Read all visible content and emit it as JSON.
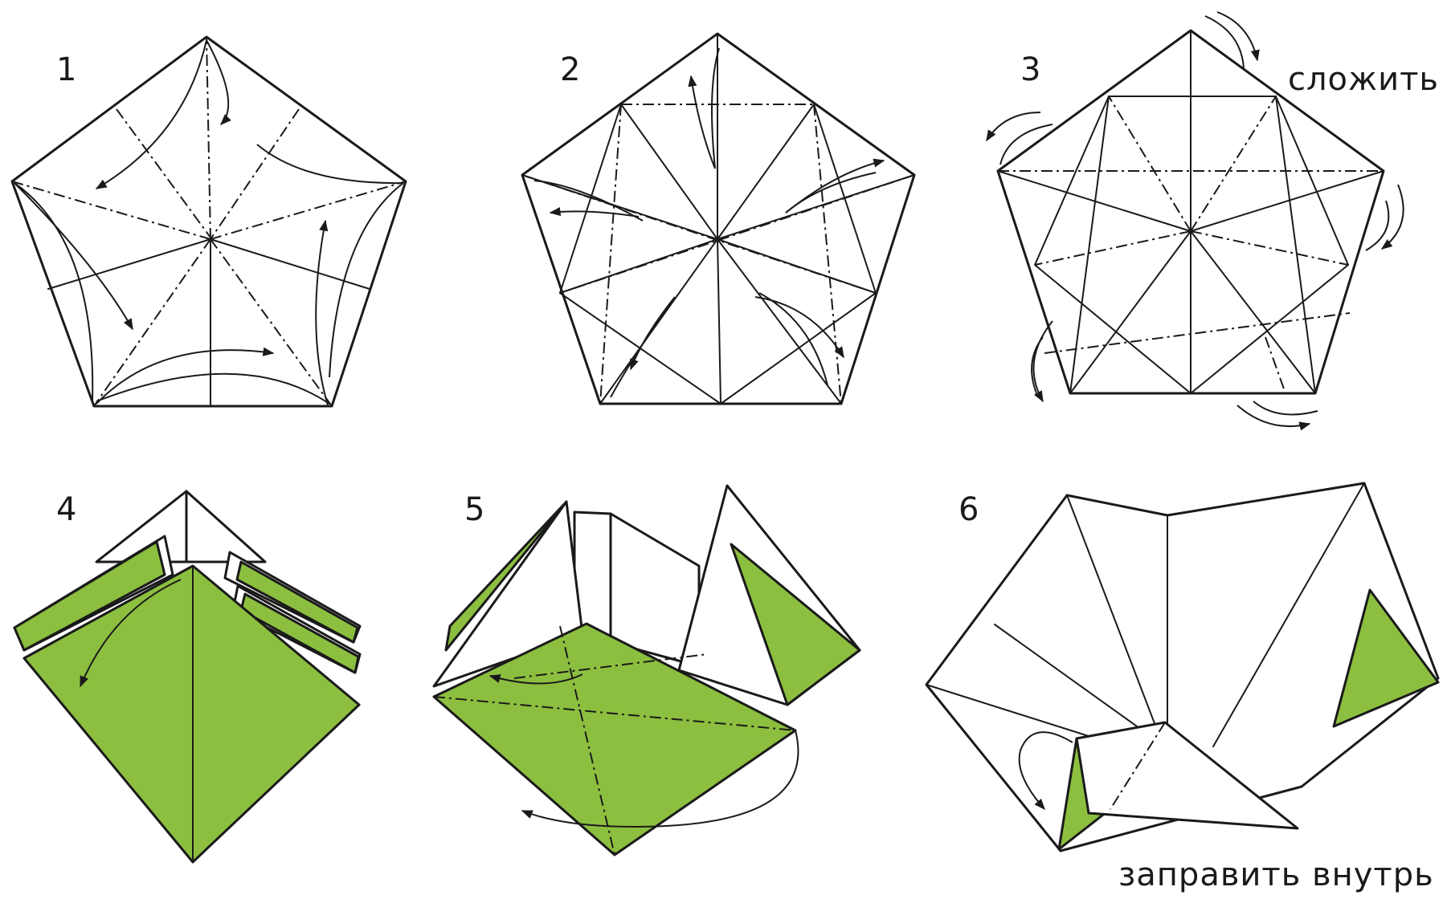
{
  "steps": [
    {
      "number": "1"
    },
    {
      "number": "2"
    },
    {
      "number": "3"
    },
    {
      "number": "4"
    },
    {
      "number": "5"
    },
    {
      "number": "6"
    }
  ],
  "captions": {
    "fold": "сложить",
    "tuck_in": "заправить  внутрь"
  },
  "colors": {
    "paper_color": "#8cbf3f",
    "line_color": "#1a1a1a",
    "background": "#ffffff"
  }
}
